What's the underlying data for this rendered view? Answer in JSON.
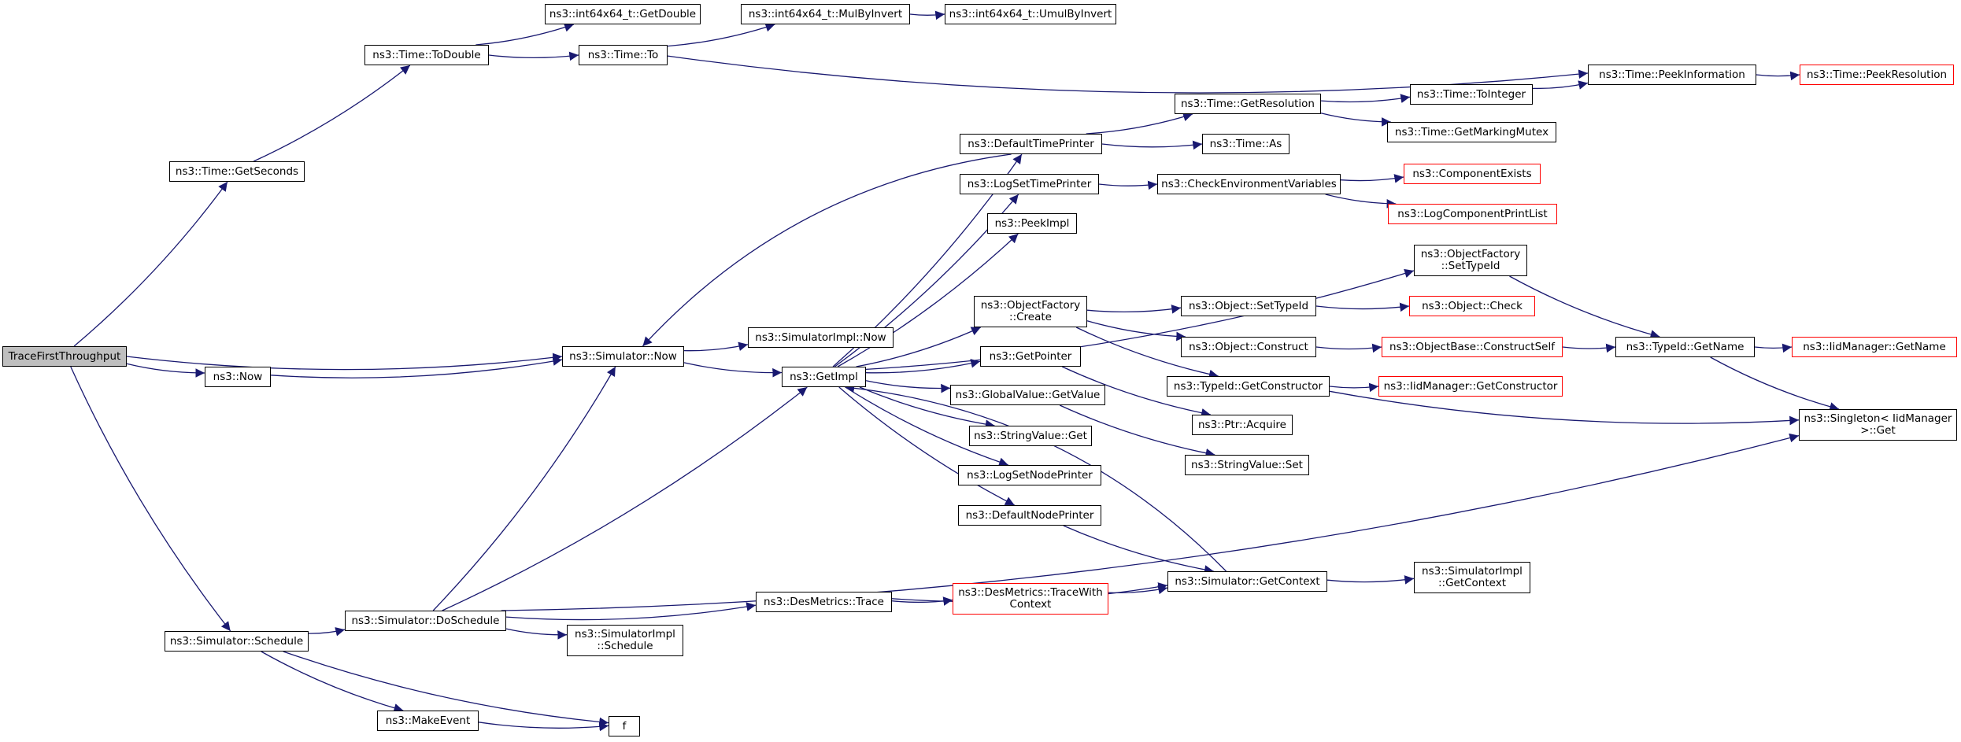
{
  "colors": {
    "edge": "#191970",
    "node_border": "#000000",
    "truncated_border": "#ff0000",
    "root_fill": "#bfbfbf"
  },
  "nodes": [
    {
      "id": "trace",
      "lines": [
        "TraceFirstThroughput"
      ],
      "kind": "root"
    },
    {
      "id": "getseconds",
      "lines": [
        "ns3::Time::GetSeconds"
      ]
    },
    {
      "id": "todouble",
      "lines": [
        "ns3::Time::ToDouble"
      ]
    },
    {
      "id": "getdouble",
      "lines": [
        "ns3::int64x64_t::GetDouble"
      ]
    },
    {
      "id": "to",
      "lines": [
        "ns3::Time::To"
      ]
    },
    {
      "id": "mulbyinvert",
      "lines": [
        "ns3::int64x64_t::MulByInvert"
      ]
    },
    {
      "id": "umulbyinvert",
      "lines": [
        "ns3::int64x64_t::UmulByInvert"
      ]
    },
    {
      "id": "peekinformation",
      "lines": [
        "ns3::Time::PeekInformation"
      ]
    },
    {
      "id": "peekresolution",
      "lines": [
        "ns3::Time::PeekResolution"
      ],
      "kind": "red"
    },
    {
      "id": "getresolution",
      "lines": [
        "ns3::Time::GetResolution"
      ]
    },
    {
      "id": "tointeger",
      "lines": [
        "ns3::Time::ToInteger"
      ]
    },
    {
      "id": "getmarkingmutex",
      "lines": [
        "ns3::Time::GetMarkingMutex"
      ]
    },
    {
      "id": "defaulttimeprinter",
      "lines": [
        "ns3::DefaultTimePrinter"
      ]
    },
    {
      "id": "as",
      "lines": [
        "ns3::Time::As"
      ]
    },
    {
      "id": "logsettimeprinter",
      "lines": [
        "ns3::LogSetTimePrinter"
      ]
    },
    {
      "id": "checkenv",
      "lines": [
        "ns3::CheckEnvironmentVariables"
      ]
    },
    {
      "id": "componentexists",
      "lines": [
        "ns3::ComponentExists"
      ],
      "kind": "red"
    },
    {
      "id": "logcomponentprintlist",
      "lines": [
        "ns3::LogComponentPrintList"
      ],
      "kind": "red"
    },
    {
      "id": "peekimpl",
      "lines": [
        "ns3::PeekImpl"
      ]
    },
    {
      "id": "ofsettypeid",
      "lines": [
        "ns3::ObjectFactory",
        "::SetTypeId"
      ]
    },
    {
      "id": "ofcreate",
      "lines": [
        "ns3::ObjectFactory",
        "::Create"
      ]
    },
    {
      "id": "objsettypeid",
      "lines": [
        "ns3::Object::SetTypeId"
      ]
    },
    {
      "id": "objcheck",
      "lines": [
        "ns3::Object::Check"
      ],
      "kind": "red"
    },
    {
      "id": "objconstruct",
      "lines": [
        "ns3::Object::Construct"
      ]
    },
    {
      "id": "constructself",
      "lines": [
        "ns3::ObjectBase::ConstructSelf"
      ],
      "kind": "red"
    },
    {
      "id": "typeidgetname",
      "lines": [
        "ns3::TypeId::GetName"
      ]
    },
    {
      "id": "iidgetname",
      "lines": [
        "ns3::IidManager::GetName"
      ],
      "kind": "red"
    },
    {
      "id": "getconstructor",
      "lines": [
        "ns3::TypeId::GetConstructor"
      ]
    },
    {
      "id": "iidgetconstructor",
      "lines": [
        "ns3::IidManager::GetConstructor"
      ],
      "kind": "red"
    },
    {
      "id": "singletonget",
      "lines": [
        "ns3::Singleton< IidManager",
        " >::Get"
      ]
    },
    {
      "id": "simnow",
      "lines": [
        "ns3::Simulator::Now"
      ]
    },
    {
      "id": "now",
      "lines": [
        "ns3::Now"
      ]
    },
    {
      "id": "simimplnow",
      "lines": [
        "ns3::SimulatorImpl::Now"
      ]
    },
    {
      "id": "getimpl",
      "lines": [
        "ns3::GetImpl"
      ]
    },
    {
      "id": "getpointer",
      "lines": [
        "ns3::GetPointer"
      ]
    },
    {
      "id": "ptracquire",
      "lines": [
        "ns3::Ptr::Acquire"
      ]
    },
    {
      "id": "globalgetvalue",
      "lines": [
        "ns3::GlobalValue::GetValue"
      ]
    },
    {
      "id": "stringvalueget",
      "lines": [
        "ns3::StringValue::Get"
      ]
    },
    {
      "id": "stringvalueset",
      "lines": [
        "ns3::StringValue::Set"
      ]
    },
    {
      "id": "logsetnodeprinter",
      "lines": [
        "ns3::LogSetNodePrinter"
      ]
    },
    {
      "id": "defaultnodeprinter",
      "lines": [
        "ns3::DefaultNodePrinter"
      ]
    },
    {
      "id": "simgetcontext",
      "lines": [
        "ns3::Simulator::GetContext"
      ]
    },
    {
      "id": "simimplgetcontext",
      "lines": [
        "ns3::SimulatorImpl",
        "::GetContext"
      ]
    },
    {
      "id": "desmetricstrace",
      "lines": [
        "ns3::DesMetrics::Trace"
      ]
    },
    {
      "id": "tracewithcontext",
      "lines": [
        "ns3::DesMetrics::TraceWith",
        "Context"
      ],
      "kind": "red"
    },
    {
      "id": "simschedule",
      "lines": [
        "ns3::Simulator::Schedule"
      ]
    },
    {
      "id": "doschedule",
      "lines": [
        "ns3::Simulator::DoSchedule"
      ]
    },
    {
      "id": "simimplschedule",
      "lines": [
        "ns3::SimulatorImpl",
        "::Schedule"
      ]
    },
    {
      "id": "makeevent",
      "lines": [
        "ns3::MakeEvent"
      ]
    },
    {
      "id": "f",
      "lines": [
        "f"
      ]
    }
  ],
  "edges": [
    [
      "trace",
      "getseconds"
    ],
    [
      "trace",
      "simnow"
    ],
    [
      "trace",
      "now"
    ],
    [
      "trace",
      "simschedule"
    ],
    [
      "getseconds",
      "todouble"
    ],
    [
      "todouble",
      "getdouble"
    ],
    [
      "todouble",
      "to"
    ],
    [
      "to",
      "mulbyinvert"
    ],
    [
      "to",
      "peekinformation"
    ],
    [
      "mulbyinvert",
      "umulbyinvert"
    ],
    [
      "peekinformation",
      "peekresolution"
    ],
    [
      "getresolution",
      "tointeger"
    ],
    [
      "getresolution",
      "getmarkingmutex"
    ],
    [
      "tointeger",
      "peekinformation"
    ],
    [
      "defaulttimeprinter",
      "getresolution"
    ],
    [
      "defaulttimeprinter",
      "as"
    ],
    [
      "defaulttimeprinter",
      "simnow"
    ],
    [
      "logsettimeprinter",
      "checkenv"
    ],
    [
      "checkenv",
      "componentexists"
    ],
    [
      "checkenv",
      "logcomponentprintlist"
    ],
    [
      "ofsettypeid",
      "typeidgetname"
    ],
    [
      "ofcreate",
      "objsettypeid"
    ],
    [
      "ofcreate",
      "objconstruct"
    ],
    [
      "ofcreate",
      "getconstructor"
    ],
    [
      "objsettypeid",
      "objcheck"
    ],
    [
      "objconstruct",
      "constructself"
    ],
    [
      "constructself",
      "typeidgetname"
    ],
    [
      "typeidgetname",
      "iidgetname"
    ],
    [
      "typeidgetname",
      "singletonget"
    ],
    [
      "getconstructor",
      "iidgetconstructor"
    ],
    [
      "getconstructor",
      "singletonget"
    ],
    [
      "simnow",
      "simimplnow"
    ],
    [
      "simnow",
      "getimpl"
    ],
    [
      "now",
      "simnow"
    ],
    [
      "getimpl",
      "defaulttimeprinter"
    ],
    [
      "getimpl",
      "logsettimeprinter"
    ],
    [
      "getimpl",
      "peekimpl"
    ],
    [
      "getimpl",
      "ofsettypeid"
    ],
    [
      "getimpl",
      "ofcreate"
    ],
    [
      "getimpl",
      "getpointer"
    ],
    [
      "getimpl",
      "globalgetvalue"
    ],
    [
      "getimpl",
      "stringvalueget"
    ],
    [
      "getimpl",
      "logsetnodeprinter"
    ],
    [
      "getimpl",
      "defaultnodeprinter"
    ],
    [
      "getpointer",
      "ptracquire"
    ],
    [
      "globalgetvalue",
      "stringvalueset"
    ],
    [
      "defaultnodeprinter",
      "simgetcontext"
    ],
    [
      "simgetcontext",
      "getimpl"
    ],
    [
      "simgetcontext",
      "simimplgetcontext"
    ],
    [
      "simschedule",
      "doschedule"
    ],
    [
      "simschedule",
      "makeevent"
    ],
    [
      "simschedule",
      "f"
    ],
    [
      "doschedule",
      "simnow"
    ],
    [
      "doschedule",
      "getimpl"
    ],
    [
      "doschedule",
      "desmetricstrace"
    ],
    [
      "doschedule",
      "simimplschedule"
    ],
    [
      "doschedule",
      "singletonget"
    ],
    [
      "desmetricstrace",
      "tracewithcontext"
    ],
    [
      "desmetricstrace",
      "simgetcontext"
    ],
    [
      "tracewithcontext",
      "simgetcontext"
    ],
    [
      "makeevent",
      "f"
    ]
  ]
}
